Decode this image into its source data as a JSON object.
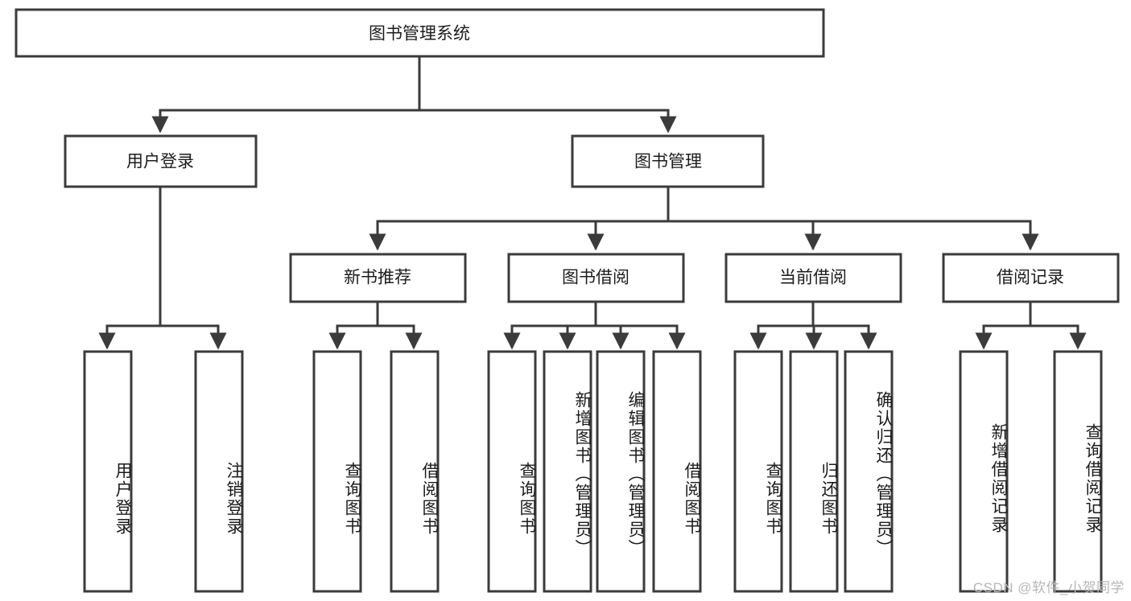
{
  "diagram": {
    "title": "图书管理系统",
    "type": "hierarchy-tree",
    "orientation": "top-down",
    "levels": 4,
    "colors": {
      "box_stroke": "#3b3b3b",
      "box_fill": "#ffffff",
      "connector": "#3b3b3b",
      "text": "#1c1c1c",
      "watermark": "#b6b6b6",
      "background": "#ffffff"
    },
    "root": {
      "id": "root",
      "label": "图书管理系统",
      "orientation": "horizontal"
    },
    "level2": [
      {
        "id": "user-login",
        "label": "用户登录",
        "orientation": "horizontal"
      },
      {
        "id": "book-manage",
        "label": "图书管理",
        "orientation": "horizontal"
      }
    ],
    "level3": [
      {
        "id": "new-book-recommend",
        "label": "新书推荐",
        "parent": "book-manage",
        "orientation": "horizontal"
      },
      {
        "id": "book-borrow",
        "label": "图书借阅",
        "parent": "book-manage",
        "orientation": "horizontal"
      },
      {
        "id": "current-borrow",
        "label": "当前借阅",
        "parent": "book-manage",
        "orientation": "horizontal"
      },
      {
        "id": "borrow-record",
        "label": "借阅记录",
        "parent": "book-manage",
        "orientation": "horizontal"
      }
    ],
    "leaves": [
      {
        "id": "leaf-user-login",
        "label": "用户登录",
        "parent": "user-login",
        "orientation": "vertical"
      },
      {
        "id": "leaf-logout-login",
        "label": "注销登录",
        "parent": "user-login",
        "orientation": "vertical"
      },
      {
        "id": "leaf-query-book-1",
        "label": "查询图书",
        "parent": "new-book-recommend",
        "orientation": "vertical"
      },
      {
        "id": "leaf-borrow-book-1",
        "label": "借阅图书",
        "parent": "new-book-recommend",
        "orientation": "vertical"
      },
      {
        "id": "leaf-query-book-2",
        "label": "查询图书",
        "parent": "book-borrow",
        "orientation": "vertical"
      },
      {
        "id": "leaf-add-book",
        "label": "新增图书（管理员）",
        "parent": "book-borrow",
        "orientation": "vertical"
      },
      {
        "id": "leaf-edit-book",
        "label": "编辑图书（管理员）",
        "parent": "book-borrow",
        "orientation": "vertical"
      },
      {
        "id": "leaf-borrow-book-2",
        "label": "借阅图书",
        "parent": "book-borrow",
        "orientation": "vertical"
      },
      {
        "id": "leaf-query-book-3",
        "label": "查询图书",
        "parent": "current-borrow",
        "orientation": "vertical"
      },
      {
        "id": "leaf-return-book",
        "label": "归还图书",
        "parent": "current-borrow",
        "orientation": "vertical"
      },
      {
        "id": "leaf-confirm-return",
        "label": "确认归还（管理员）",
        "parent": "current-borrow",
        "orientation": "vertical"
      },
      {
        "id": "leaf-add-record",
        "label": "新增借阅记录",
        "parent": "borrow-record",
        "orientation": "vertical"
      },
      {
        "id": "leaf-query-record",
        "label": "查询借阅记录",
        "parent": "borrow-record",
        "orientation": "vertical"
      }
    ],
    "watermark": "CSDN @软件_小贺同学"
  }
}
